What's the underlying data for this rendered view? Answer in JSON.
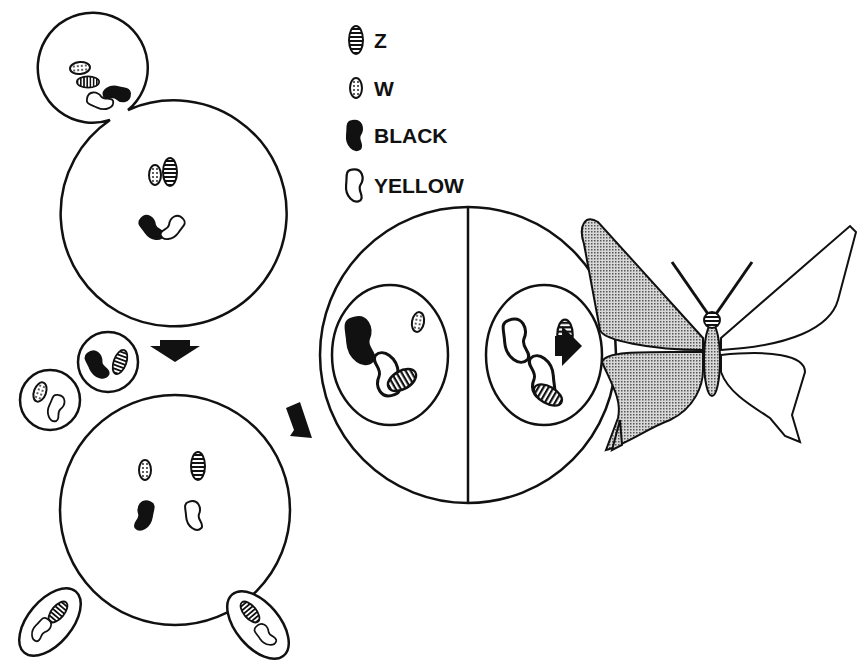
{
  "diagram": {
    "legend": [
      {
        "text": "Z"
      },
      {
        "text": "W"
      },
      {
        "text": "BLACK"
      },
      {
        "text": "YELLOW"
      }
    ]
  }
}
